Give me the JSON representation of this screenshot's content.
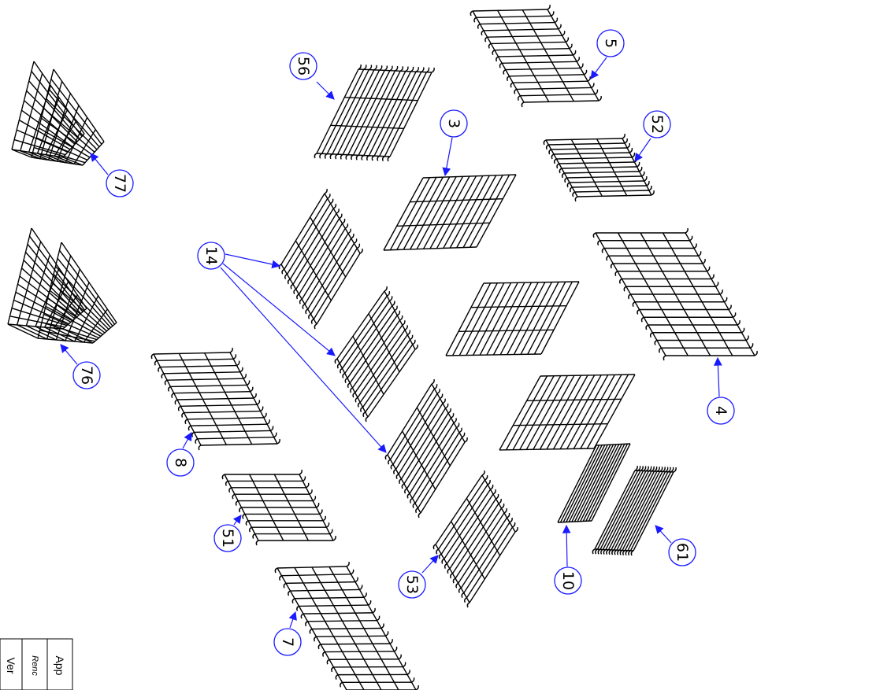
{
  "diagram": {
    "callouts": [
      {
        "id": "c56",
        "label": "56"
      },
      {
        "id": "c5",
        "label": "5"
      },
      {
        "id": "c3",
        "label": "3"
      },
      {
        "id": "c52",
        "label": "52"
      },
      {
        "id": "c77",
        "label": "77"
      },
      {
        "id": "c14",
        "label": "14"
      },
      {
        "id": "c76",
        "label": "76"
      },
      {
        "id": "c4",
        "label": "4"
      },
      {
        "id": "c8",
        "label": "8"
      },
      {
        "id": "c51",
        "label": "51"
      },
      {
        "id": "c53",
        "label": "53"
      },
      {
        "id": "c10",
        "label": "10"
      },
      {
        "id": "c61",
        "label": "61"
      },
      {
        "id": "c7",
        "label": "7"
      }
    ],
    "title_block": {
      "row1": "App",
      "row2": "Renc",
      "row3": "Ver"
    },
    "colors": {
      "callout": "#1a1aff",
      "linework": "#000000"
    }
  }
}
